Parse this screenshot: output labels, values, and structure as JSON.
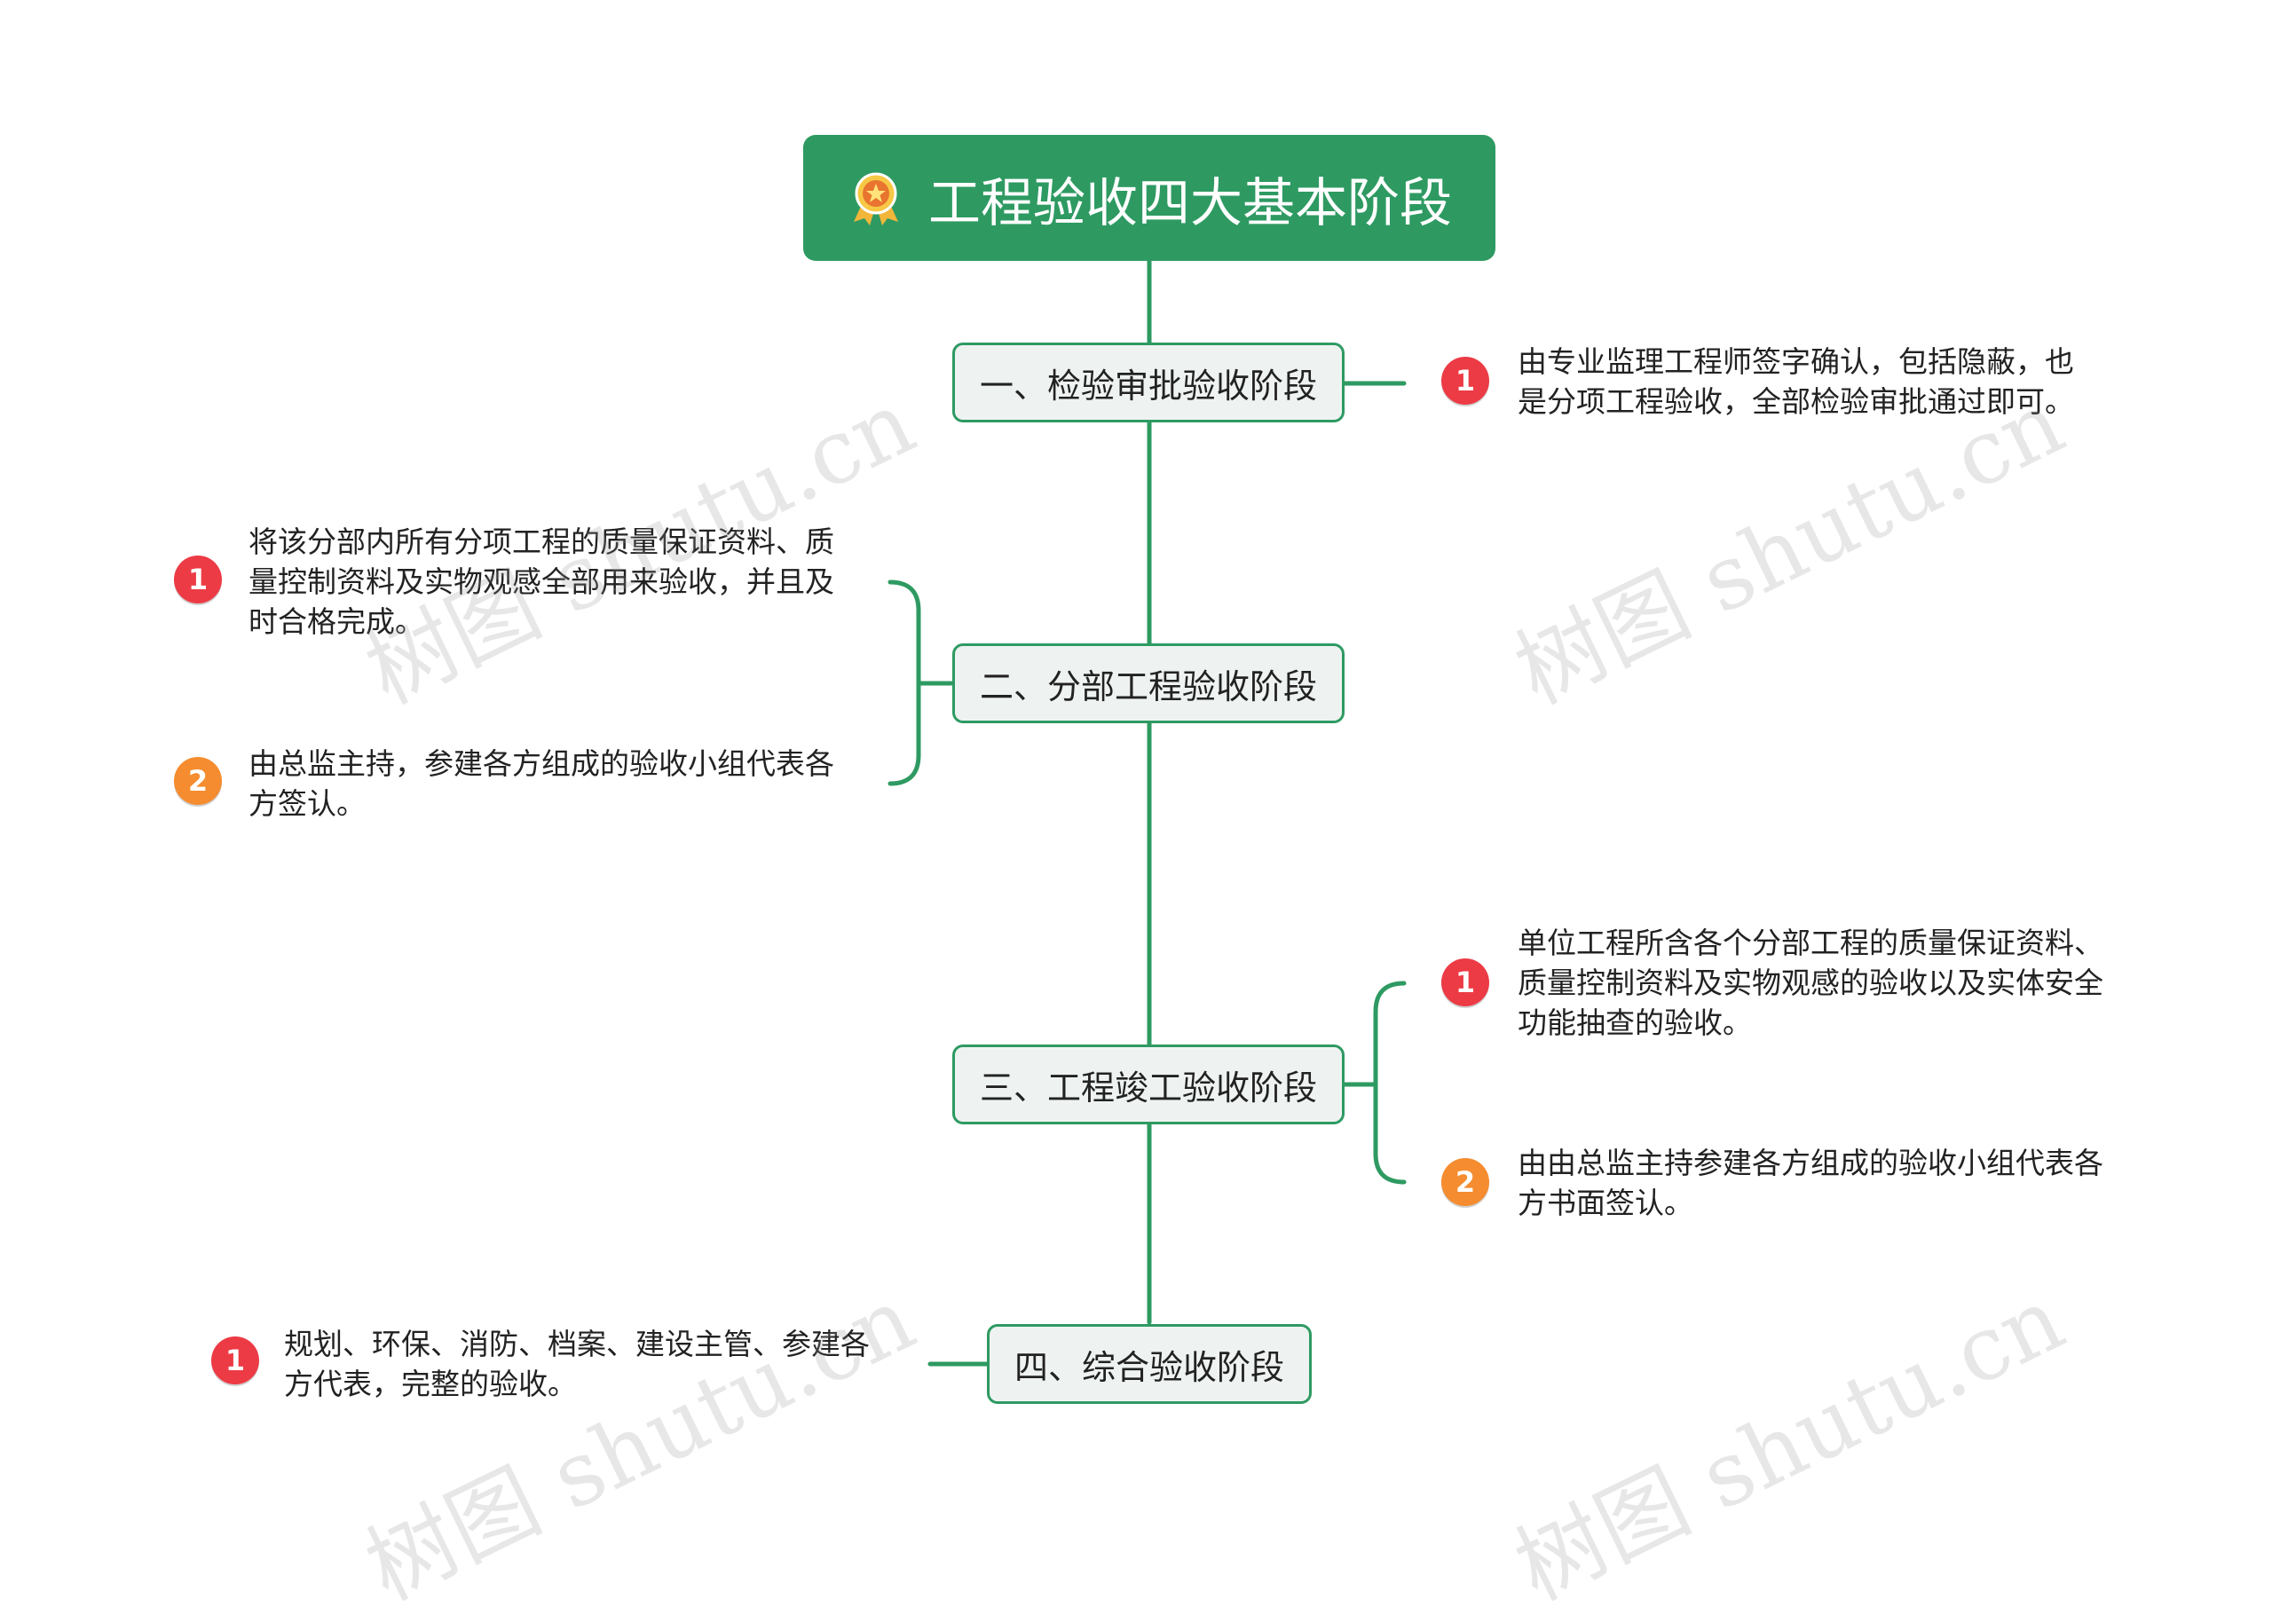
{
  "title": "工程验收四大基本阶段",
  "colors": {
    "accent": "#2e9a62",
    "node_bg": "#eef3f1",
    "marker_red": "#ec3b45",
    "marker_orange": "#f58c2f"
  },
  "icons": {
    "root": "award-badge-icon"
  },
  "branches": [
    {
      "label": "一、检验审批验收阶段",
      "items": [
        {
          "marker": "1",
          "lines": [
            "由专业监理工程师签字确认，包括隐蔽，也",
            "是分项工程验收，全部检验审批通过即可。"
          ]
        }
      ]
    },
    {
      "label": "二、分部工程验收阶段",
      "items": [
        {
          "marker": "1",
          "lines": [
            "将该分部内所有分项工程的质量保证资料、质",
            "量控制资料及实物观感全部用来验收，并且及",
            "时合格完成。"
          ]
        },
        {
          "marker": "2",
          "lines": [
            "由总监主持，参建各方组成的验收小组代表各",
            "方签认。"
          ]
        }
      ]
    },
    {
      "label": "三、工程竣工验收阶段",
      "items": [
        {
          "marker": "1",
          "lines": [
            "单位工程所含各个分部工程的质量保证资料、",
            "质量控制资料及实物观感的验收以及实体安全",
            "功能抽查的验收。"
          ]
        },
        {
          "marker": "2",
          "lines": [
            "由由总监主持参建各方组成的验收小组代表各",
            "方书面签认。"
          ]
        }
      ]
    },
    {
      "label": "四、综合验收阶段",
      "items": [
        {
          "marker": "1",
          "lines": [
            "规划、环保、消防、档案、建设主管、参建各",
            "方代表，完整的验收。"
          ]
        }
      ]
    }
  ],
  "watermark": "树图 shutu.cn"
}
